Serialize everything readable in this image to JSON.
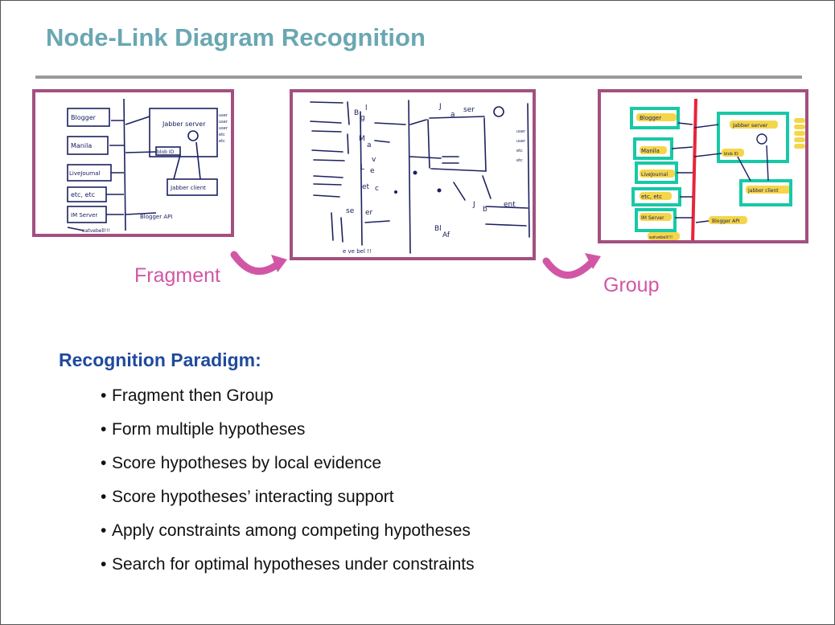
{
  "slide": {
    "title": "Node-Link Diagram Recognition",
    "heading": "Recognition Paradigm:",
    "bullets": [
      "Fragment then Group",
      "Form multiple hypotheses",
      "Score hypotheses by local evidence",
      "Score hypotheses’ interacting support",
      "Apply constraints among competing hypotheses",
      "Search for optimal hypotheses under constraints"
    ],
    "bullet_glyph": "•"
  },
  "arrows": {
    "fragment_label": "Fragment",
    "group_label": "Group"
  },
  "sketch_labels": {
    "blogger": "Blogger",
    "manila": "Manila",
    "livejournal": "LiveJournal",
    "etc": "etc, etc",
    "im_server": "IM Server",
    "jabber_server": "Jabber server",
    "jabber_client": "Jabber client",
    "blogger_api": "Blogger API",
    "blob_id": "blob ID",
    "users": [
      "user",
      "user",
      "user",
      "etc",
      "etc"
    ],
    "footer": "eatvebell!!!"
  },
  "colors": {
    "title": "#6aa7b2",
    "heading": "#1f4a9c",
    "accent": "#d157a6",
    "panel_border": "#a2507f",
    "group_box": "#17c9a6",
    "divider_line": "#e8243a",
    "highlight": "#f5d64a"
  }
}
